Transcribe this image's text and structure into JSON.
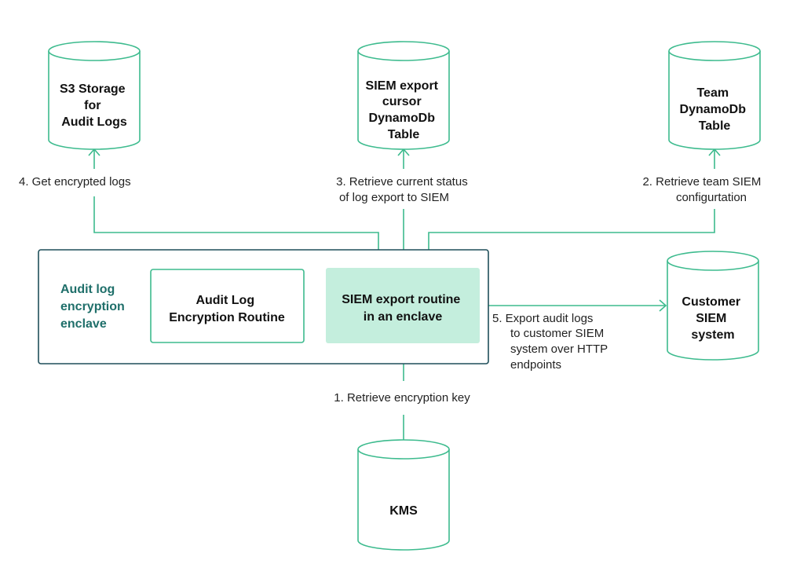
{
  "colors": {
    "accent_green": "#3dbb8e",
    "enclave_border": "#1f4f5a",
    "enclave_title": "#1f6f6a",
    "highlight_fill": "#c4eedd"
  },
  "databases": {
    "s3": {
      "lines": [
        "S3 Storage",
        "for",
        "Audit Logs"
      ]
    },
    "cursor": {
      "lines": [
        "SIEM export",
        "cursor",
        "DynamoDb",
        "Table"
      ]
    },
    "team": {
      "lines": [
        "Team",
        "DynamoDb",
        "Table"
      ]
    },
    "customer": {
      "lines": [
        "Customer",
        "SIEM",
        "system"
      ]
    },
    "kms": {
      "lines": [
        "KMS"
      ]
    }
  },
  "enclave": {
    "title_lines": [
      "Audit log",
      "encryption",
      "enclave"
    ],
    "audit_routine_lines": [
      "Audit Log",
      "Encryption Routine"
    ],
    "siem_routine_lines": [
      "SIEM export routine",
      "in an enclave"
    ]
  },
  "steps": {
    "step1": [
      "1. Retrieve encryption key"
    ],
    "step2": [
      "2. Retrieve team SIEM",
      "configurtation"
    ],
    "step3": [
      "3. Retrieve current status",
      "of log export to SIEM"
    ],
    "step4": [
      "4. Get encrypted logs"
    ],
    "step5": [
      "5. Export audit logs",
      "to customer SIEM",
      "system over HTTP",
      "endpoints"
    ]
  }
}
